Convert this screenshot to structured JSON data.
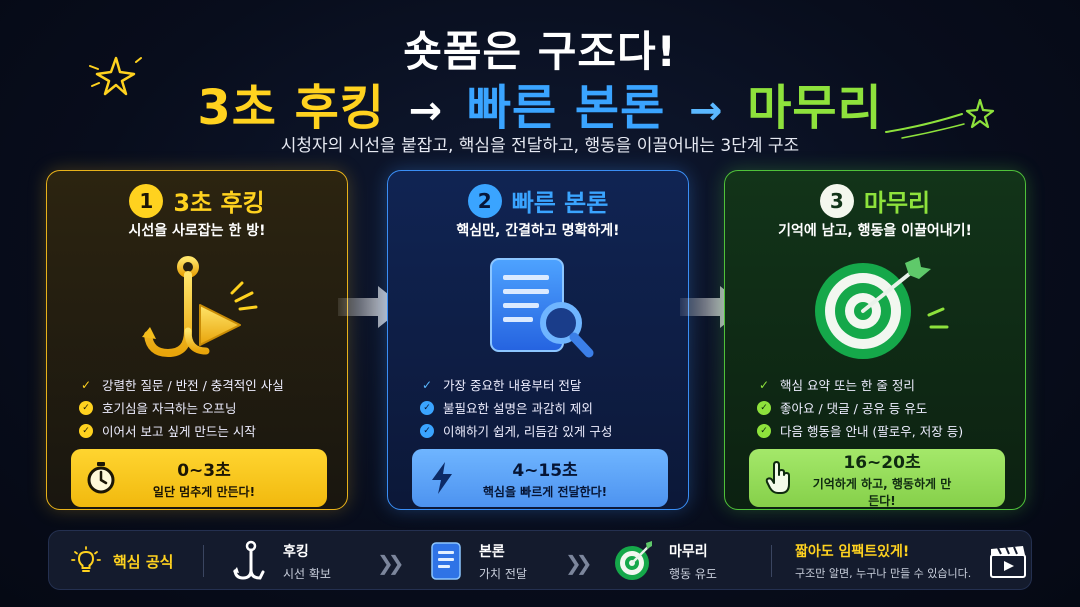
{
  "header": {
    "title_line1": "숏폼은 구조다!",
    "title_part1": "3초 후킹",
    "title_part2": "빠른 본론",
    "title_part3": "마무리",
    "arrow1": "→",
    "arrow2": "→",
    "subtitle": "시청자의 시선을 붙잡고, 핵심을 전달하고, 행동을 이끌어내는 3단계 구조"
  },
  "cards": [
    {
      "number": "1",
      "title": "3초 후킹",
      "subtitle": "시선을 사로잡는 한 방!",
      "icon": "fishing-hook-play-icon",
      "bullets": [
        "강렬한 질문 / 반전 / 충격적인 사실",
        "호기심을 자극하는 오프닝",
        "이어서 보고 싶게 만드는 시작"
      ],
      "time": "0~3초",
      "time_desc": "일단 멈추게 만든다!",
      "time_icon": "stopwatch-icon",
      "accent": "#ffd21f"
    },
    {
      "number": "2",
      "title": "빠른 본론",
      "subtitle": "핵심만, 간결하고 명확하게!",
      "icon": "document-magnifier-icon",
      "bullets": [
        "가장 중요한 내용부터 전달",
        "불필요한 설명은 과감히 제외",
        "이해하기 쉽게, 리듬감 있게 구성"
      ],
      "time": "4~15초",
      "time_desc": "핵심을 빠르게 전달한다!",
      "time_icon": "lightning-icon",
      "accent": "#3aa4ff"
    },
    {
      "number": "3",
      "title": "마무리",
      "subtitle": "기억에 남고, 행동을 이끌어내기!",
      "icon": "target-arrow-icon",
      "bullets": [
        "핵심 요약 또는 한 줄 정리",
        "좋아요 / 댓글 / 공유 등 유도",
        "다음 행동을 안내 (팔로우, 저장 등)"
      ],
      "time": "16~20초",
      "time_desc": "기억하게 하고, 행동하게 만든다!",
      "time_icon": "pointer-hand-icon",
      "accent": "#8ee23c"
    }
  ],
  "formula": {
    "label": "핵심 공식",
    "steps": [
      {
        "title": "후킹",
        "desc": "시선 확보"
      },
      {
        "title": "본론",
        "desc": "가치 전달"
      },
      {
        "title": "마무리",
        "desc": "행동 유도"
      }
    ],
    "slogan": "짧아도 임팩트있게!",
    "slogan_desc": "구조만 알면, 누구나 만들 수 있습니다."
  }
}
